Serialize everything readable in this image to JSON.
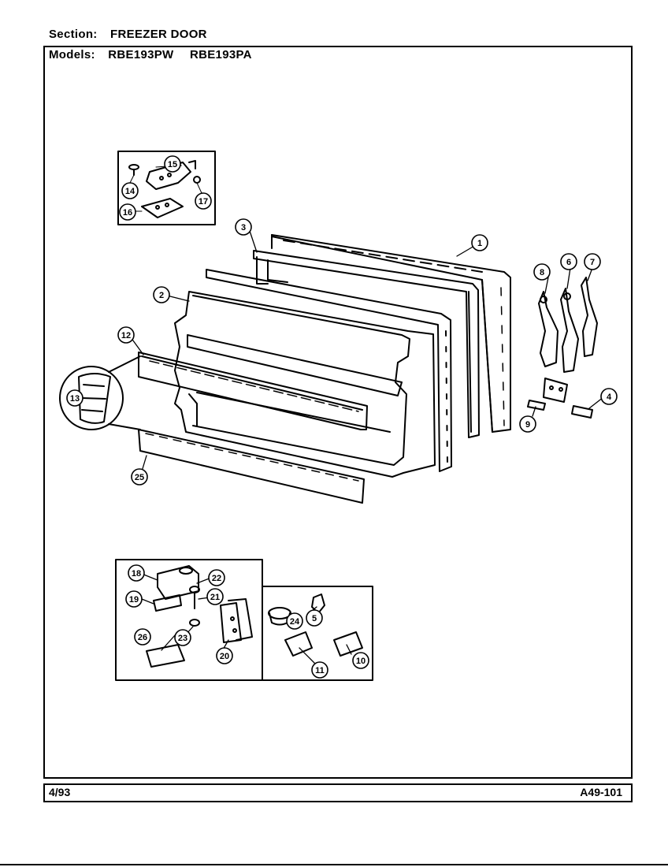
{
  "header": {
    "section_label": "Section:",
    "section_value": "FREEZER DOOR",
    "models_label": "Models:",
    "model_1": "RBE193PW",
    "model_2": "RBE193PA"
  },
  "footer": {
    "date": "4/93",
    "code": "A49-101"
  },
  "callouts": [
    "1",
    "2",
    "3",
    "4",
    "5",
    "6",
    "7",
    "8",
    "9",
    "10",
    "11",
    "12",
    "13",
    "14",
    "15",
    "16",
    "17",
    "18",
    "19",
    "20",
    "21",
    "22",
    "23",
    "24",
    "25",
    "26"
  ],
  "colors": {
    "ink": "#000000",
    "paper": "#ffffff"
  }
}
